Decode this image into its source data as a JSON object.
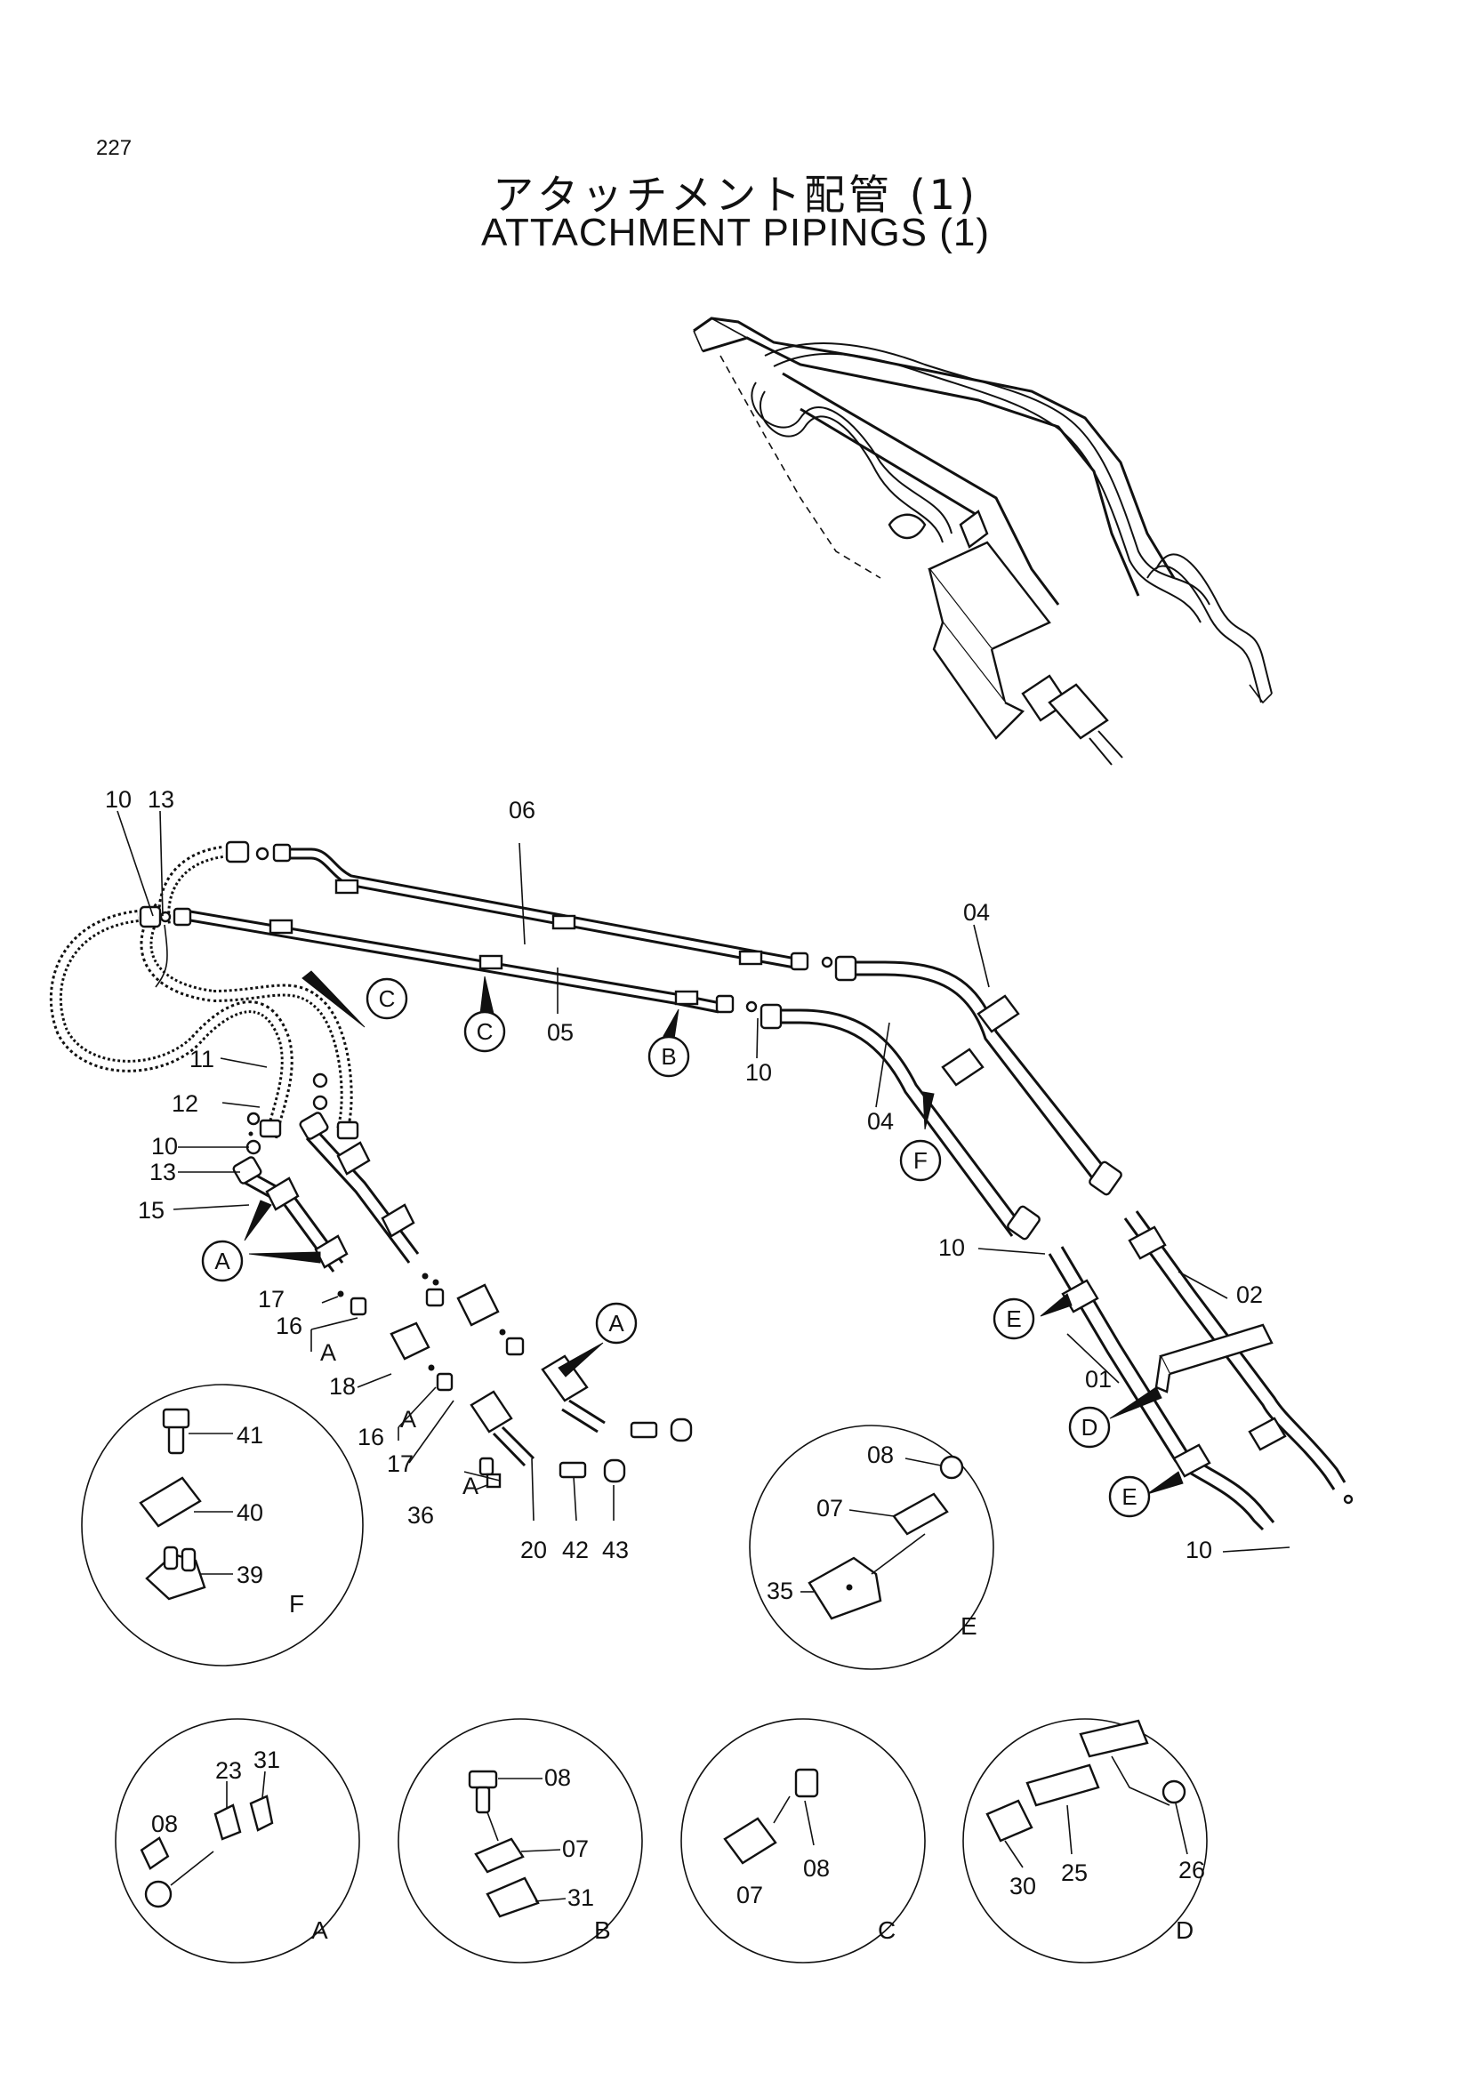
{
  "page_number": "227",
  "title_jp": "アタッチメント配管 (1)",
  "title_en": "ATTACHMENT PIPINGS (1)",
  "callouts": {
    "c10a": "10",
    "c13a": "13",
    "c06": "06",
    "c04a": "04",
    "c04b": "04",
    "c05": "05",
    "c10b": "10",
    "c11": "11",
    "c12": "12",
    "c10c": "10",
    "c13b": "13",
    "c15": "15",
    "c17a": "17",
    "c16a": "16",
    "c18": "18",
    "c16b": "16",
    "c17b": "17",
    "c36": "36",
    "c20": "20",
    "c42": "42",
    "c43": "43",
    "c10d": "10",
    "c02": "02",
    "c01": "01",
    "c10e": "10",
    "cA1": "A",
    "cA2": "A",
    "cA3": "A"
  },
  "detail_markers": {
    "C1": "C",
    "C2": "C",
    "B1": "B",
    "A1": "A",
    "A2": "A",
    "F1": "F",
    "E1": "E",
    "D1": "D",
    "E2": "E"
  },
  "details": {
    "F": {
      "letter": "F",
      "parts": [
        "41",
        "40",
        "39"
      ]
    },
    "E": {
      "letter": "E",
      "parts": [
        "08",
        "07",
        "35"
      ]
    },
    "A": {
      "letter": "A",
      "parts": [
        "08",
        "23",
        "31"
      ]
    },
    "B": {
      "letter": "B",
      "parts": [
        "08",
        "07",
        "31"
      ]
    },
    "C": {
      "letter": "C",
      "parts": [
        "07",
        "08"
      ]
    },
    "D": {
      "letter": "D",
      "parts": [
        "30",
        "25",
        "26"
      ]
    }
  }
}
